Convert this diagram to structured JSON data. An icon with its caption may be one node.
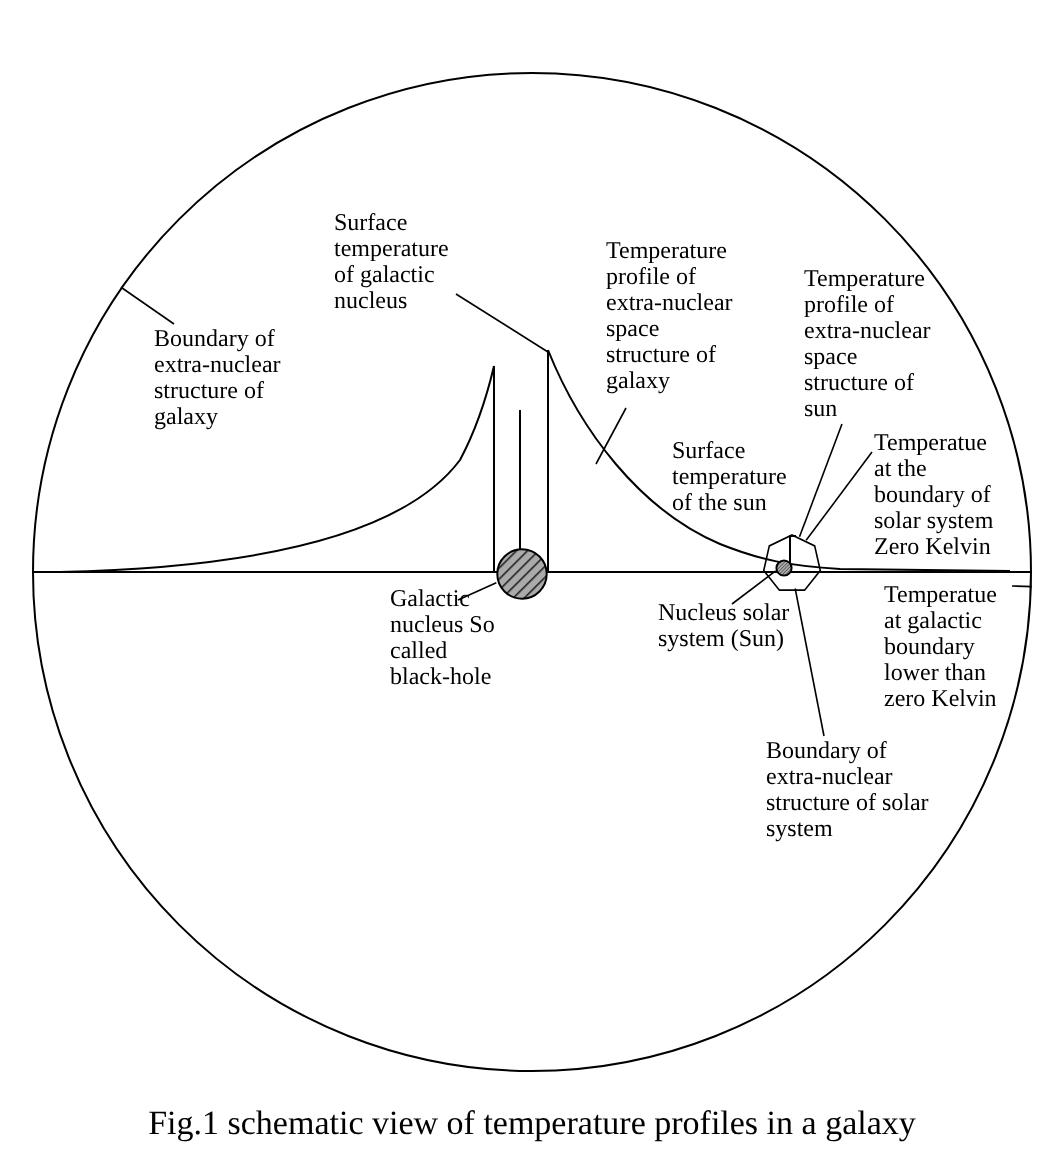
{
  "diagram": {
    "caption": "Fig.1 schematic view of temperature profiles in a galaxy",
    "nodes": [
      {
        "text": [],
        "shape": "circle"
      },
      {
        "text": [],
        "shape": "circle",
        "in": 0
      },
      {
        "text": [],
        "shape": "circle",
        "in": 3
      },
      {
        "text": [],
        "shape": "heptagon",
        "in": 0
      },
      {
        "text": [
          "Boundary of extra-nuclear structure of galaxy"
        ],
        "in": 0
      },
      {
        "text": [
          "Surface temperature of galactic nucleus"
        ],
        "in": 0
      },
      {
        "text": [
          "Temperature profile of extra-nuclear space structure of galaxy"
        ],
        "in": 0
      },
      {
        "text": [
          "Temperature profile of extra-nuclear space structure of sun"
        ],
        "in": 0
      },
      {
        "text": [
          "Surface temperature of the sun"
        ],
        "in": 0
      },
      {
        "text": [
          "Temperatue at the boundary of solar system Zero Kelvin"
        ],
        "in": 0
      },
      {
        "text": [
          "Temperatue at galactic boundary lower than zero Kelvin"
        ],
        "in": 0
      },
      {
        "text": [
          "Nucleus solar system (Sun)"
        ],
        "in": 0
      },
      {
        "text": [
          "Boundary of extra-nuclear structure of solar system"
        ],
        "in": 0
      },
      {
        "text": [
          "Galactic nucleus So called black-hole"
        ],
        "in": 0
      }
    ],
    "edges": [
      {
        "from": 4,
        "to": 0,
        "arrow": "none"
      },
      {
        "from": 5,
        "to": null,
        "arrow": "none"
      },
      {
        "from": 6,
        "to": null,
        "arrow": "none"
      },
      {
        "from": 7,
        "to": 3,
        "arrow": "none"
      },
      {
        "from": 9,
        "to": 3,
        "arrow": "none"
      },
      {
        "from": 10,
        "to": 0,
        "arrow": "none"
      },
      {
        "from": 11,
        "to": 2,
        "arrow": "none"
      },
      {
        "from": 12,
        "to": 3,
        "arrow": "none"
      },
      {
        "from": 13,
        "to": 1,
        "arrow": "none"
      }
    ]
  }
}
